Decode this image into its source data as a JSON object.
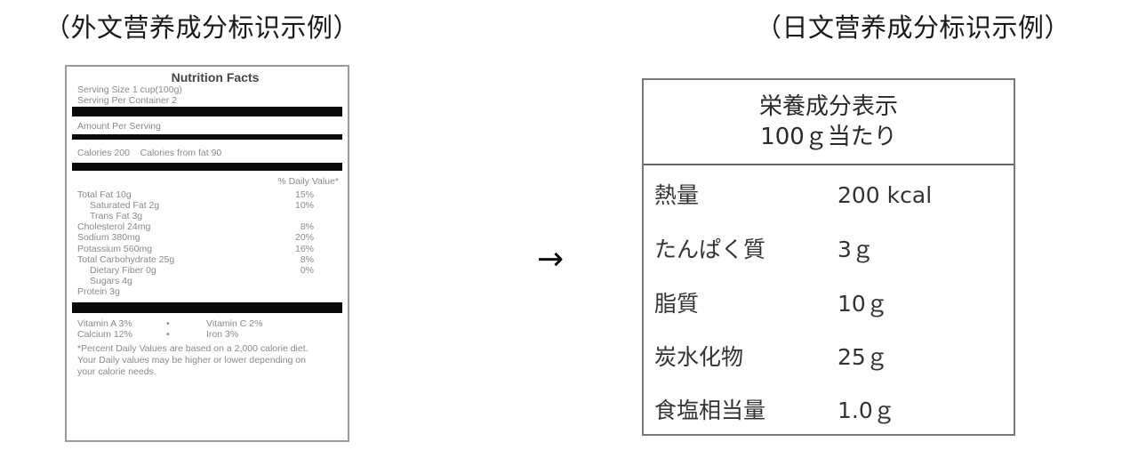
{
  "captions": {
    "left": "（外文营养成分标识示例）",
    "right": "（日文营养成分标识示例）"
  },
  "foreign_label": {
    "title": "Nutrition Facts",
    "serving_size": "Serving Size 1 cup(100g)",
    "servings_per_container": "Serving Per Container 2",
    "amount_per_serving": "Amount Per Serving",
    "calories": "Calories 200",
    "calories_from_fat": "Calories from fat 90",
    "daily_value_header": "% Daily Value*",
    "nutrients": [
      {
        "name": "Total Fat 10g",
        "pct": "15%",
        "indent": false
      },
      {
        "name": "Saturated Fat 2g",
        "pct": "10%",
        "indent": true
      },
      {
        "name": "Trans Fat 3g",
        "pct": "",
        "indent": true
      },
      {
        "name": "Cholesterol 24mg",
        "pct": "8%",
        "indent": false
      },
      {
        "name": "Sodium 380mg",
        "pct": "20%",
        "indent": false
      },
      {
        "name": "Potassium 560mg",
        "pct": "16%",
        "indent": false
      },
      {
        "name": "Total Carbohydrate 25g",
        "pct": "8%",
        "indent": false
      },
      {
        "name": "Dietary Fiber 0g",
        "pct": "0%",
        "indent": true
      },
      {
        "name": "Sugars 4g",
        "pct": "",
        "indent": true
      },
      {
        "name": "Protein 3g",
        "pct": "",
        "indent": false
      }
    ],
    "vitamins": [
      {
        "left": "Vitamin A 3%",
        "sep": "•",
        "right": "Vitamin C 2%"
      },
      {
        "left": "Calcium 12%",
        "sep": "•",
        "right": "Iron 3%"
      }
    ],
    "footnote_1": "*Percent Daily Values are based on a 2,000 calorie diet.",
    "footnote_2": "Your Daily values may be higher or lower depending on your calorie needs."
  },
  "arrow": "→",
  "japanese_label": {
    "title_line1": "栄養成分表示",
    "title_line2": "100ｇ当たり",
    "rows": [
      {
        "label": "熱量",
        "value": "200 kcal"
      },
      {
        "label": "たんぱく質",
        "value": "3ｇ"
      },
      {
        "label": "脂質",
        "value": "10ｇ"
      },
      {
        "label": "炭水化物",
        "value": "25ｇ"
      },
      {
        "label": "食塩相当量",
        "value": "1.0ｇ"
      }
    ]
  }
}
